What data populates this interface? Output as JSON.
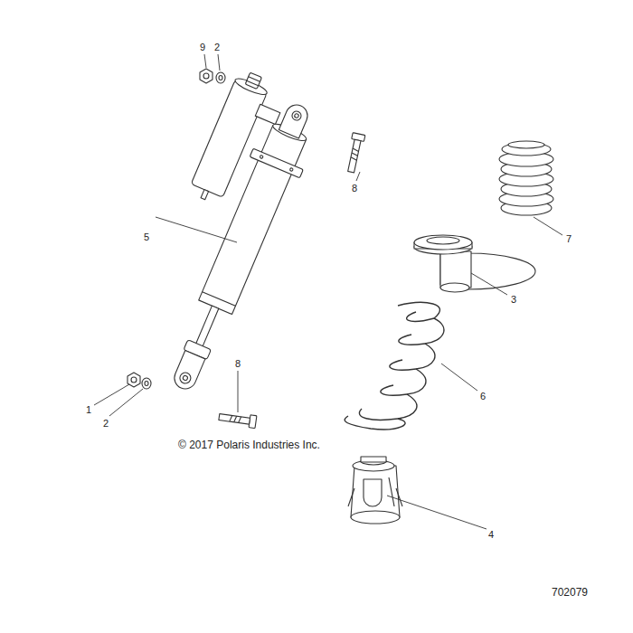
{
  "diagram": {
    "labels": [
      "9",
      "2",
      "8",
      "5",
      "7",
      "3",
      "6",
      "1",
      "2",
      "8",
      "4",
      "© 2017 Polaris Industries Inc.",
      "702079"
    ]
  }
}
